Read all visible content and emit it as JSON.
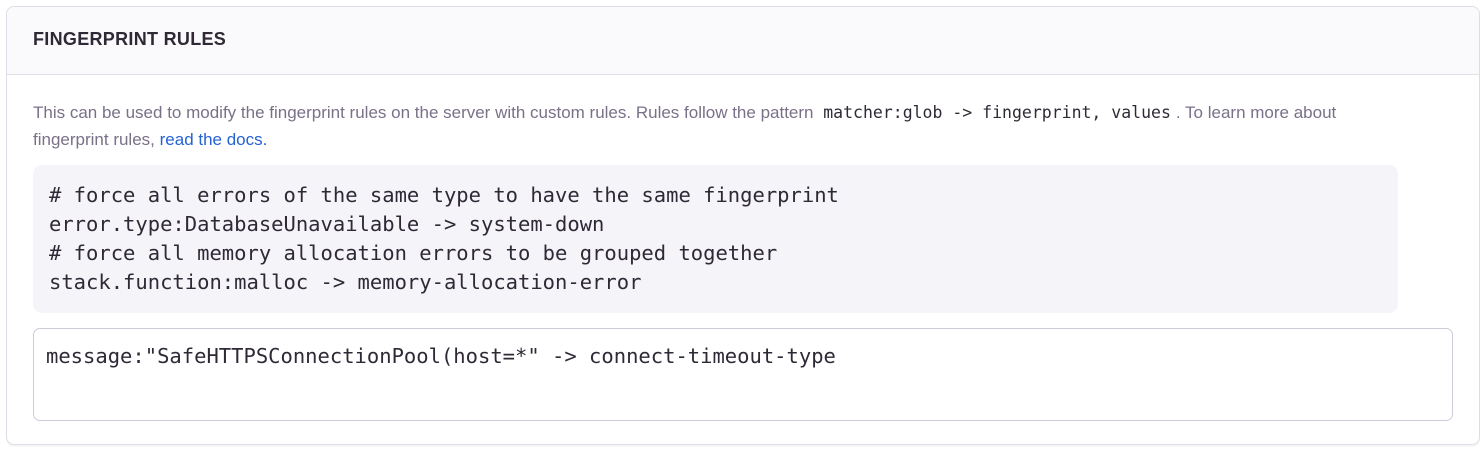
{
  "panel": {
    "title": "FINGERPRINT RULES",
    "description": {
      "text_before_code": "This can be used to modify the fingerprint rules on the server with custom rules. Rules follow the pattern ",
      "inline_code": "matcher:glob -> fingerprint, values",
      "text_after_code": ". To learn more about fingerprint rules, ",
      "link_label": "read the docs."
    },
    "example_code": "# force all errors of the same type to have the same fingerprint\nerror.type:DatabaseUnavailable -> system-down\n# force all memory allocation errors to be grouped together\nstack.function:malloc -> memory-allocation-error",
    "rules_input": {
      "value": "message:\"SafeHTTPSConnectionPool(host=*\" -> connect-timeout-type"
    },
    "colors": {
      "heading_text": "#2f2936",
      "body_text": "#7a7088",
      "link_blue": "#2562d4",
      "panel_border": "#e0dce5",
      "header_background": "#faf9fb",
      "code_block_background": "#f5f4f8",
      "input_border": "#d1cad9"
    }
  }
}
